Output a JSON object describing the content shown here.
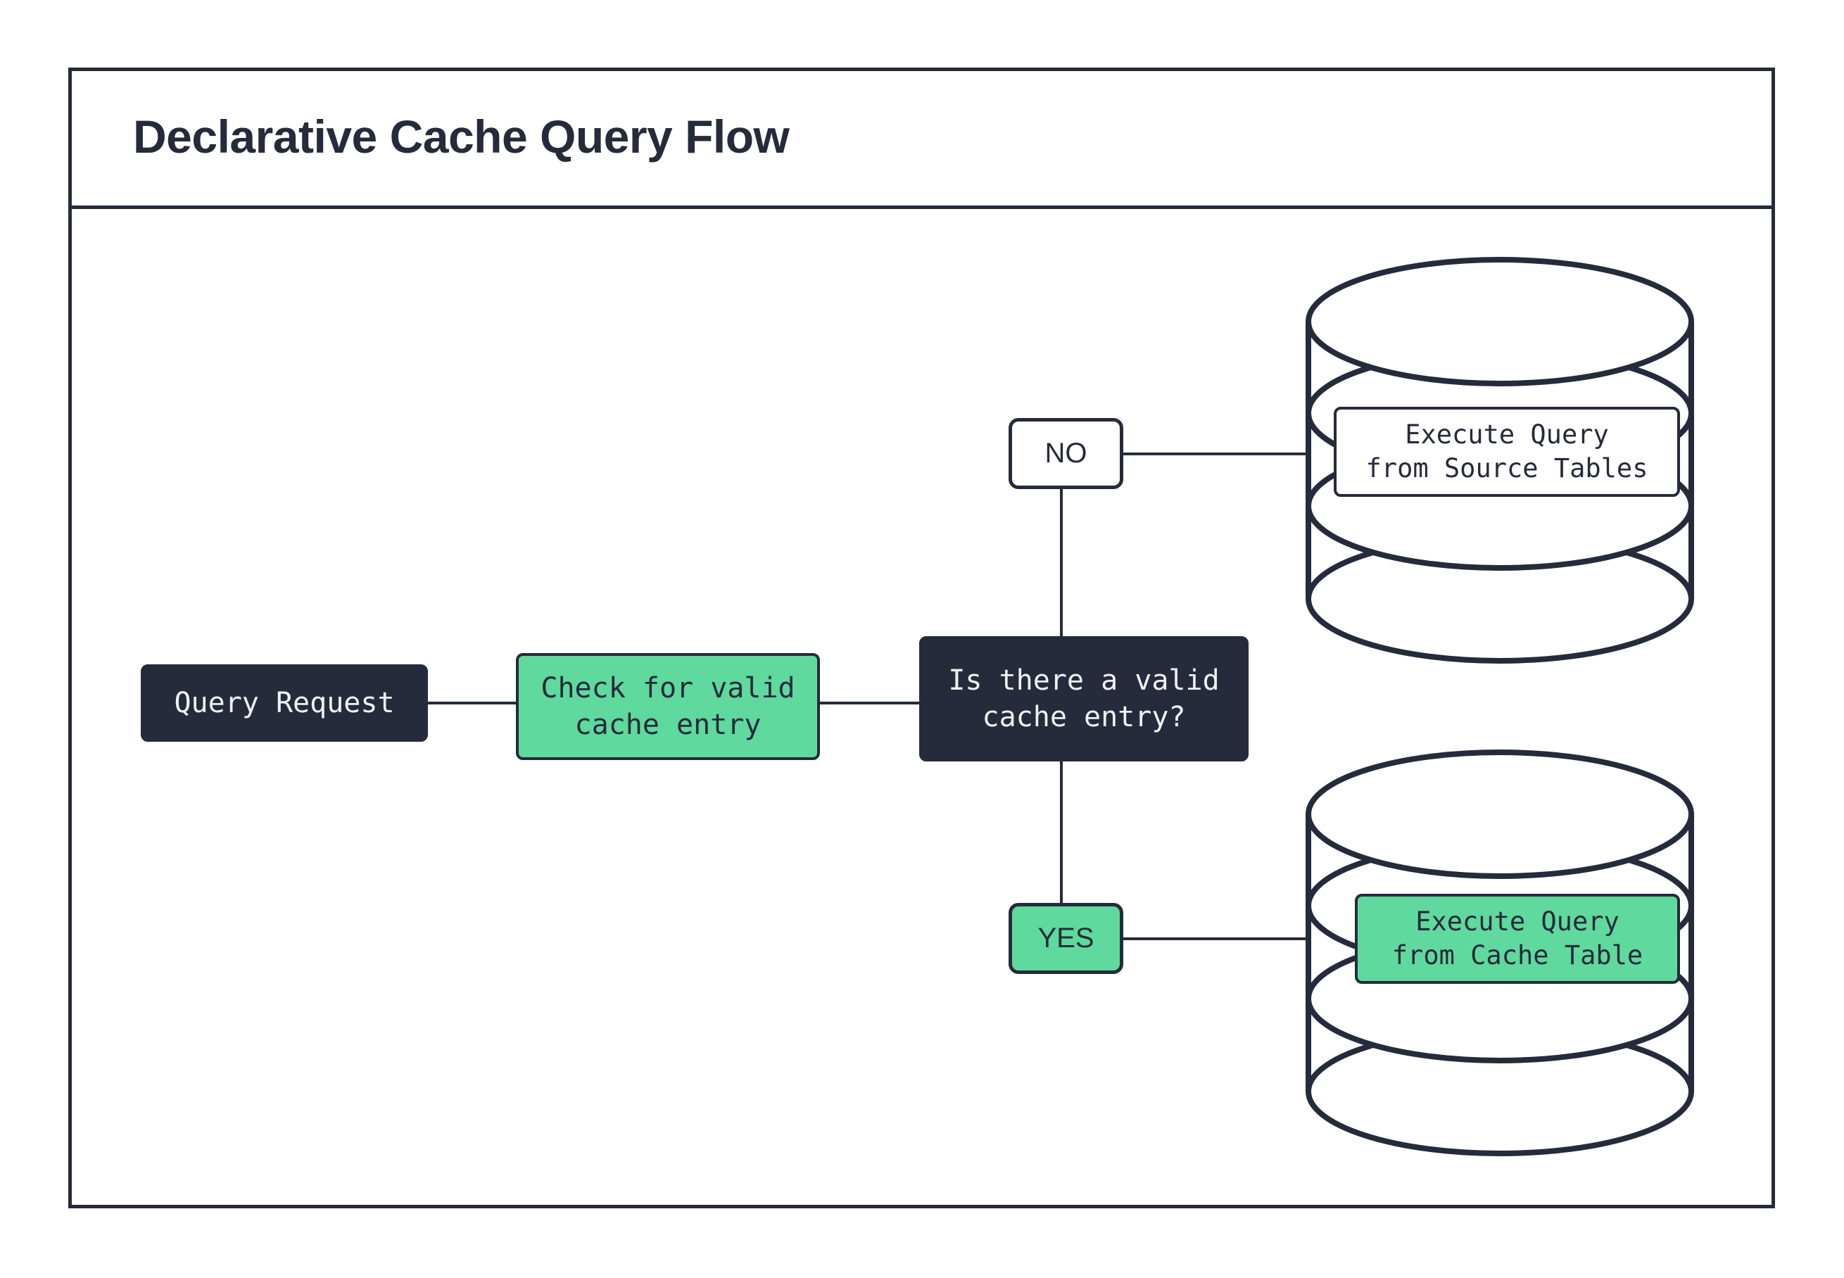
{
  "diagram": {
    "title": "Declarative Cache Query Flow",
    "colors": {
      "dark": "#262b3b",
      "green": "#5fd99e",
      "white": "#ffffff",
      "text_light": "#f0f1f4"
    },
    "nodes": {
      "query_request": "Query Request",
      "check_cache": "Check for valid\ncache entry",
      "decision": "Is there a valid\ncache entry?",
      "source_tables": "Execute Query\nfrom Source Tables",
      "cache_table": "Execute Query\nfrom Cache Table"
    },
    "edge_labels": {
      "no": "NO",
      "yes": "YES"
    },
    "shapes": {
      "source_database": "database-cylinder",
      "cache_database": "database-cylinder"
    }
  }
}
